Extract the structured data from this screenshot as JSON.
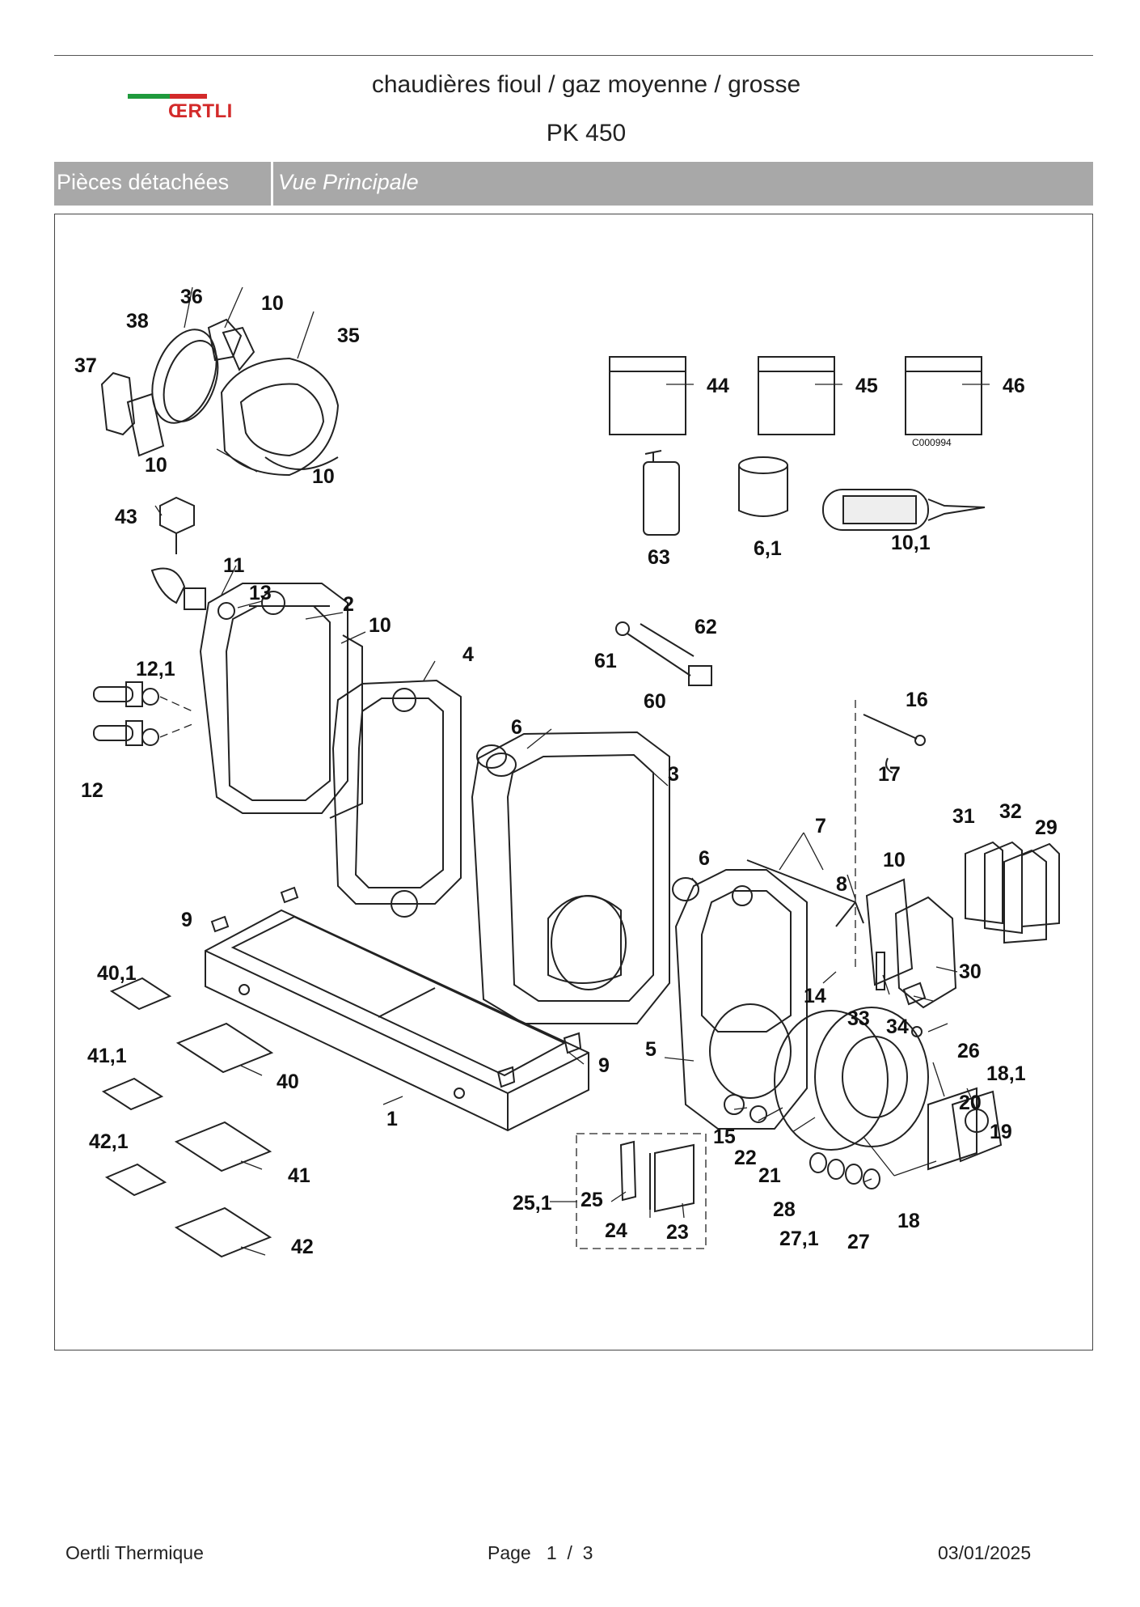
{
  "header": {
    "brand": "ŒRTLI",
    "title": "chaudières fioul / gaz  moyenne / grosse",
    "model": "PK 450",
    "section_left": "Pièces détachées",
    "section_right": "Vue Principale"
  },
  "diagram": {
    "drawing_code": "C000994",
    "callouts": {
      "c36": "36",
      "c10a": "10",
      "c38": "38",
      "c35": "35",
      "c37": "37",
      "c10b": "10",
      "c10c": "10",
      "c44": "44",
      "c45": "45",
      "c46": "46",
      "c63": "63",
      "c61x": "6,1",
      "c101": "10,1",
      "c43": "43",
      "c11": "11",
      "c13": "13",
      "c2": "2",
      "c10d": "10",
      "c121": "12,1",
      "c4": "4",
      "c62": "62",
      "c61": "61",
      "c60": "60",
      "c16": "16",
      "c6a": "6",
      "c12": "12",
      "c3": "3",
      "c17": "17",
      "c31": "31",
      "c32": "32",
      "c29": "29",
      "c7": "7",
      "c10e": "10",
      "c6b": "6",
      "c8": "8",
      "c9a": "9",
      "c401": "40,1",
      "c30": "30",
      "c14": "14",
      "c33": "33",
      "c34": "34",
      "c411": "41,1",
      "c40": "40",
      "c26": "26",
      "c5": "5",
      "c9b": "9",
      "c181": "18,1",
      "c1": "1",
      "c20": "20",
      "c421": "42,1",
      "c41": "41",
      "c15": "15",
      "c19": "19",
      "c22": "22",
      "c21": "21",
      "c25": "25",
      "c251": "25,1",
      "c28": "28",
      "c271": "27,1",
      "c24": "24",
      "c23": "23",
      "c18": "18",
      "c27": "27",
      "c42": "42"
    }
  },
  "footer": {
    "company": "Oertli Thermique",
    "page": "Page   1  /  3",
    "date": "03/01/2025"
  }
}
